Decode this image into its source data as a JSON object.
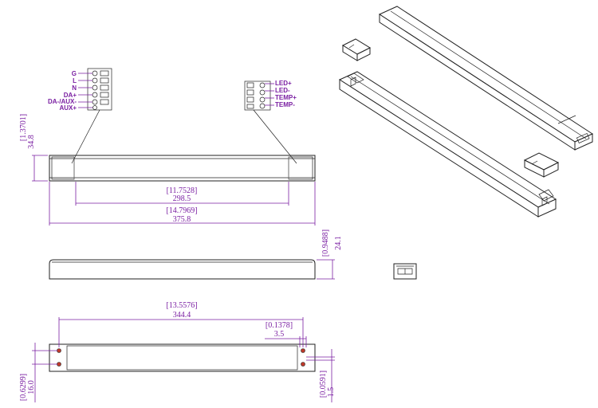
{
  "input_terminals": [
    "G",
    "L",
    "N",
    "DA+",
    "DA-/AUX-",
    "AUX+"
  ],
  "output_terminals": [
    "LED+",
    "LED-",
    "TEMP+",
    "TEMP-"
  ],
  "dimensions": {
    "height_in": "[1.3701]",
    "height_mm": "34.8",
    "inner_len_in": "[11.7528]",
    "inner_len_mm": "298.5",
    "total_len_in": "[14.7969]",
    "total_len_mm": "375.8",
    "thickness_in": "[0.9488]",
    "thickness_mm": "24.1",
    "hole_pitch_in": "[13.5576]",
    "hole_pitch_mm": "344.4",
    "hole_offset_in": "[0.1378]",
    "hole_offset_mm": "3.5",
    "bottom_width_in": "[0.6299]",
    "bottom_width_mm": "16.0",
    "slot_in": "[0.0591]",
    "slot_mm": "1.5"
  }
}
